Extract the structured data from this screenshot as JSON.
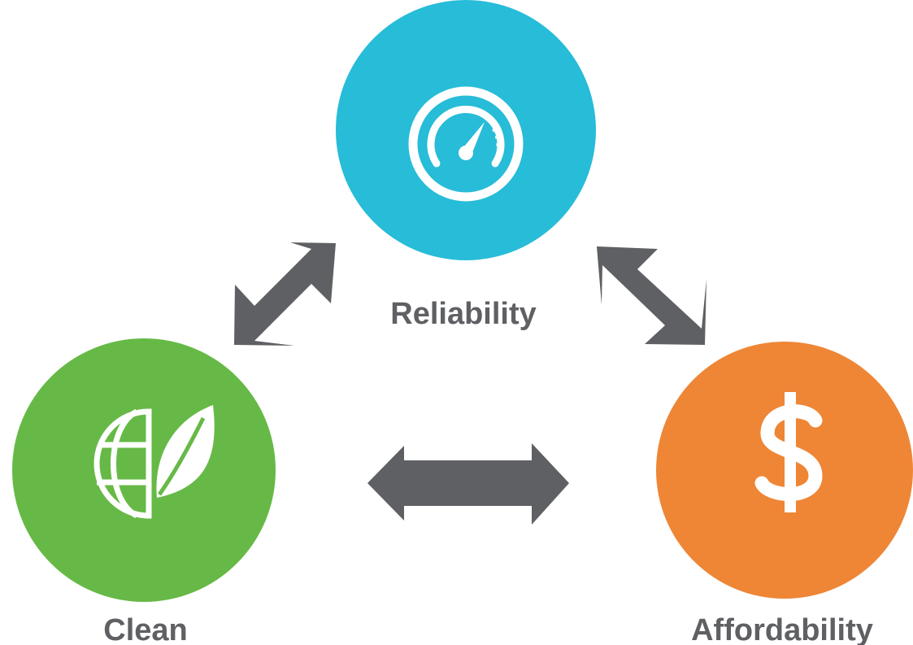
{
  "nodes": {
    "reliability": {
      "label": "Reliability",
      "color": "#27BCD8",
      "icon": "gauge-icon"
    },
    "clean": {
      "label": "Clean",
      "color": "#66B946",
      "icon": "globe-leaf-icon"
    },
    "affordability": {
      "label": "Affordability",
      "color": "#EE8636",
      "icon": "dollar-icon"
    }
  },
  "connectors": {
    "color": "#5F6064",
    "edges": [
      {
        "from": "clean",
        "to": "reliability",
        "type": "bidirectional"
      },
      {
        "from": "reliability",
        "to": "affordability",
        "type": "bidirectional"
      },
      {
        "from": "clean",
        "to": "affordability",
        "type": "bidirectional"
      }
    ]
  },
  "label_color": "#5F6064",
  "icon_color": "#FFFFFF"
}
